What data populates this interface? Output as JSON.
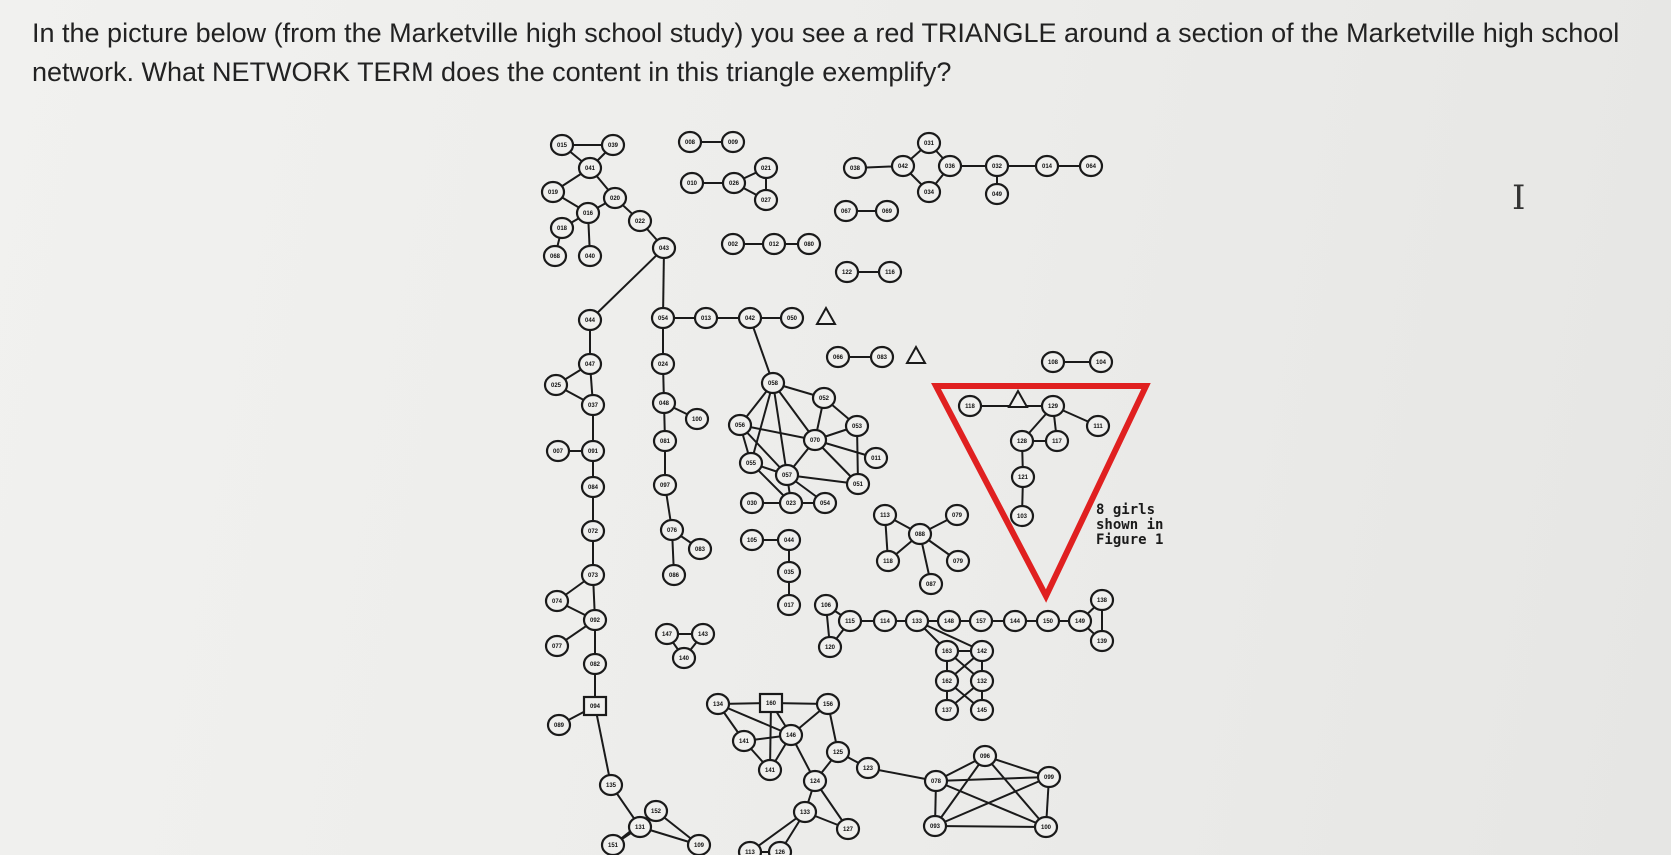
{
  "question": {
    "line1": "In the picture below (from the Marketville high school study) you see a red TRIANGLE around a section of the Marketville high school",
    "line2": "network. What NETWORK TERM does the content in this triangle exemplify?"
  },
  "cursor": {
    "glyph": "I"
  },
  "figure": {
    "annotation": [
      "8 girls",
      "shown in",
      "Figure 1"
    ],
    "highlight_color": "#e02020",
    "ink_color": "#1a1a1a",
    "nodes": [
      {
        "id": "n1",
        "label": "015"
      },
      {
        "id": "n2",
        "label": "039"
      },
      {
        "id": "n3",
        "label": "041"
      },
      {
        "id": "n4",
        "label": "019"
      },
      {
        "id": "n5",
        "label": "020"
      },
      {
        "id": "n6",
        "label": "016"
      },
      {
        "id": "n7",
        "label": "018"
      },
      {
        "id": "n8",
        "label": "022"
      },
      {
        "id": "n9",
        "label": "068"
      },
      {
        "id": "n10",
        "label": "040"
      },
      {
        "id": "n11",
        "label": "043"
      },
      {
        "id": "n12",
        "label": "008"
      },
      {
        "id": "n13",
        "label": "009"
      },
      {
        "id": "n14",
        "label": "021"
      },
      {
        "id": "n15",
        "label": "010"
      },
      {
        "id": "n16",
        "label": "026"
      },
      {
        "id": "n17",
        "label": "027"
      },
      {
        "id": "n18",
        "label": "002"
      },
      {
        "id": "n19",
        "label": "012"
      },
      {
        "id": "n20",
        "label": "080"
      },
      {
        "id": "n21",
        "label": "031"
      },
      {
        "id": "n22",
        "label": "038"
      },
      {
        "id": "n23",
        "label": "042"
      },
      {
        "id": "n24",
        "label": "036"
      },
      {
        "id": "n25",
        "label": "034"
      },
      {
        "id": "n26",
        "label": "032"
      },
      {
        "id": "n27",
        "label": "014"
      },
      {
        "id": "n28",
        "label": "064"
      },
      {
        "id": "n29",
        "label": "049"
      },
      {
        "id": "n30",
        "label": "067"
      },
      {
        "id": "n31",
        "label": "069"
      },
      {
        "id": "n32",
        "label": "122"
      },
      {
        "id": "n33",
        "label": "116"
      },
      {
        "id": "n34",
        "label": "044"
      },
      {
        "id": "n35",
        "label": "054"
      },
      {
        "id": "n36",
        "label": "013"
      },
      {
        "id": "n37",
        "label": "042"
      },
      {
        "id": "n38",
        "label": "050"
      },
      {
        "id": "n39",
        "label": "066"
      },
      {
        "id": "n40",
        "label": "083"
      },
      {
        "id": "n41",
        "label": "108"
      },
      {
        "id": "n42",
        "label": "104"
      },
      {
        "id": "n43",
        "label": "047"
      },
      {
        "id": "n44",
        "label": "024"
      },
      {
        "id": "n45",
        "label": "025"
      },
      {
        "id": "n46",
        "label": "037"
      },
      {
        "id": "n47",
        "label": "048"
      },
      {
        "id": "n48",
        "label": "100"
      },
      {
        "id": "n49",
        "label": "007"
      },
      {
        "id": "n50",
        "label": "091"
      },
      {
        "id": "n51",
        "label": "081"
      },
      {
        "id": "n52",
        "label": "084"
      },
      {
        "id": "n53",
        "label": "097"
      },
      {
        "id": "n54",
        "label": "072"
      },
      {
        "id": "n55",
        "label": "076"
      },
      {
        "id": "n56",
        "label": "083"
      },
      {
        "id": "n57",
        "label": "073"
      },
      {
        "id": "n58",
        "label": "086"
      },
      {
        "id": "n59",
        "label": "058"
      },
      {
        "id": "n60",
        "label": "052"
      },
      {
        "id": "n61",
        "label": "056"
      },
      {
        "id": "n62",
        "label": "070"
      },
      {
        "id": "n63",
        "label": "053"
      },
      {
        "id": "n64",
        "label": "055"
      },
      {
        "id": "n65",
        "label": "057"
      },
      {
        "id": "n66",
        "label": "011"
      },
      {
        "id": "n67",
        "label": "051"
      },
      {
        "id": "n68",
        "label": "030"
      },
      {
        "id": "n69",
        "label": "023"
      },
      {
        "id": "n70",
        "label": "054"
      },
      {
        "id": "n71",
        "label": "105"
      },
      {
        "id": "n72",
        "label": "044"
      },
      {
        "id": "n73",
        "label": "035"
      },
      {
        "id": "n74",
        "label": "017"
      },
      {
        "id": "n75",
        "label": "113"
      },
      {
        "id": "n76",
        "label": "079"
      },
      {
        "id": "n77",
        "label": "088"
      },
      {
        "id": "n78",
        "label": "118"
      },
      {
        "id": "n79",
        "label": "079"
      },
      {
        "id": "n80",
        "label": "087"
      },
      {
        "id": "n81",
        "label": "118"
      },
      {
        "id": "n82",
        "label": "129"
      },
      {
        "id": "n83",
        "label": "111"
      },
      {
        "id": "n84",
        "label": "128"
      },
      {
        "id": "n85",
        "label": "117"
      },
      {
        "id": "n86",
        "label": "121"
      },
      {
        "id": "n87",
        "label": "103"
      },
      {
        "id": "n88",
        "label": "074"
      },
      {
        "id": "n89",
        "label": "077"
      },
      {
        "id": "n90",
        "label": "092"
      },
      {
        "id": "n91",
        "label": "082"
      },
      {
        "id": "n92",
        "label": "094"
      },
      {
        "id": "n93",
        "label": "089"
      },
      {
        "id": "n94",
        "label": "135"
      },
      {
        "id": "n95",
        "label": "147"
      },
      {
        "id": "n96",
        "label": "143"
      },
      {
        "id": "n97",
        "label": "140"
      },
      {
        "id": "n98",
        "label": "106"
      },
      {
        "id": "n99",
        "label": "115"
      },
      {
        "id": "n100",
        "label": "114"
      },
      {
        "id": "n101",
        "label": "133"
      },
      {
        "id": "n102",
        "label": "148"
      },
      {
        "id": "n103",
        "label": "157"
      },
      {
        "id": "n104",
        "label": "144"
      },
      {
        "id": "n105",
        "label": "150"
      },
      {
        "id": "n106",
        "label": "149"
      },
      {
        "id": "n107",
        "label": "138"
      },
      {
        "id": "n108",
        "label": "139"
      },
      {
        "id": "n109",
        "label": "120"
      },
      {
        "id": "n110",
        "label": "163"
      },
      {
        "id": "n111",
        "label": "142"
      },
      {
        "id": "n112",
        "label": "162"
      },
      {
        "id": "n113",
        "label": "132"
      },
      {
        "id": "n114",
        "label": "137"
      },
      {
        "id": "n115",
        "label": "145"
      },
      {
        "id": "n116",
        "label": "134"
      },
      {
        "id": "n117",
        "label": "160"
      },
      {
        "id": "n118",
        "label": "146"
      },
      {
        "id": "n119",
        "label": "156"
      },
      {
        "id": "n120",
        "label": "141"
      },
      {
        "id": "n121",
        "label": "141"
      },
      {
        "id": "n122",
        "label": "125"
      },
      {
        "id": "n123",
        "label": "123"
      },
      {
        "id": "n124",
        "label": "124"
      },
      {
        "id": "n125",
        "label": "133"
      },
      {
        "id": "n126",
        "label": "127"
      },
      {
        "id": "n127",
        "label": "096"
      },
      {
        "id": "n128",
        "label": "078"
      },
      {
        "id": "n129",
        "label": "099"
      },
      {
        "id": "n130",
        "label": "093"
      },
      {
        "id": "n131",
        "label": "100"
      },
      {
        "id": "n132",
        "label": "131"
      },
      {
        "id": "n133",
        "label": "151"
      },
      {
        "id": "n134",
        "label": "152"
      },
      {
        "id": "n135",
        "label": "109"
      },
      {
        "id": "n136",
        "label": "113"
      },
      {
        "id": "n137",
        "label": "126"
      }
    ]
  }
}
